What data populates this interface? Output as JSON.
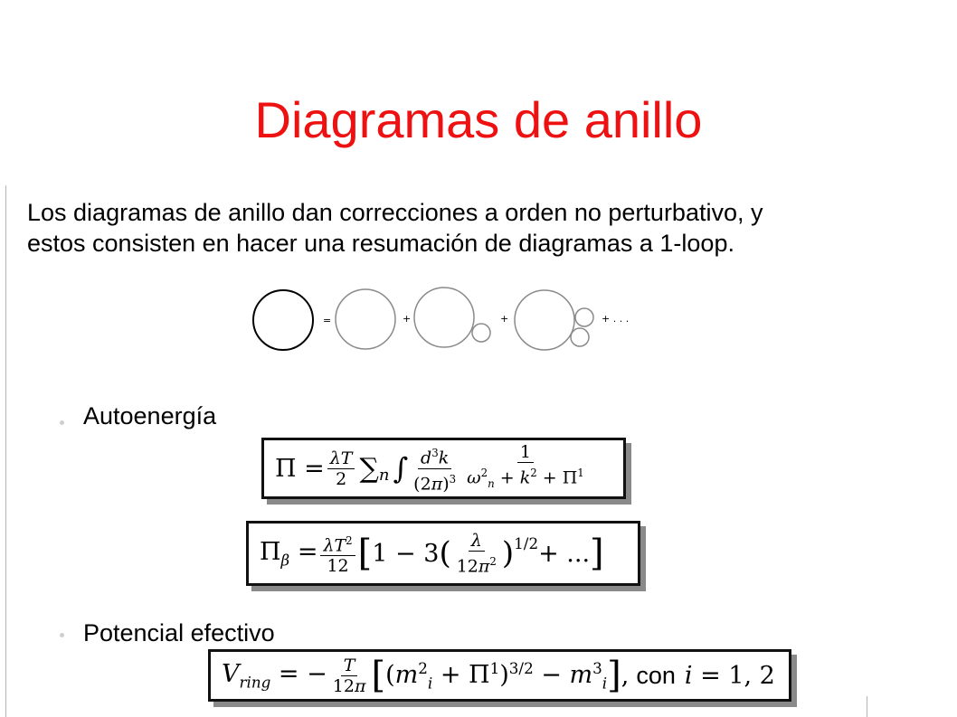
{
  "slide": {
    "title": "Diagramas de anillo",
    "intro_line1": "Los diagramas de anillo dan correcciones a orden no perturbativo, y",
    "intro_line2": "estos consisten en hacer una resumación de diagramas a 1-loop.",
    "diagram": {
      "equals": "=",
      "plus": "+",
      "ellipsis": "+ . . ."
    },
    "section1": "Autoenergía",
    "section2": "Potencial efectivo",
    "eq3_con": "con"
  }
}
